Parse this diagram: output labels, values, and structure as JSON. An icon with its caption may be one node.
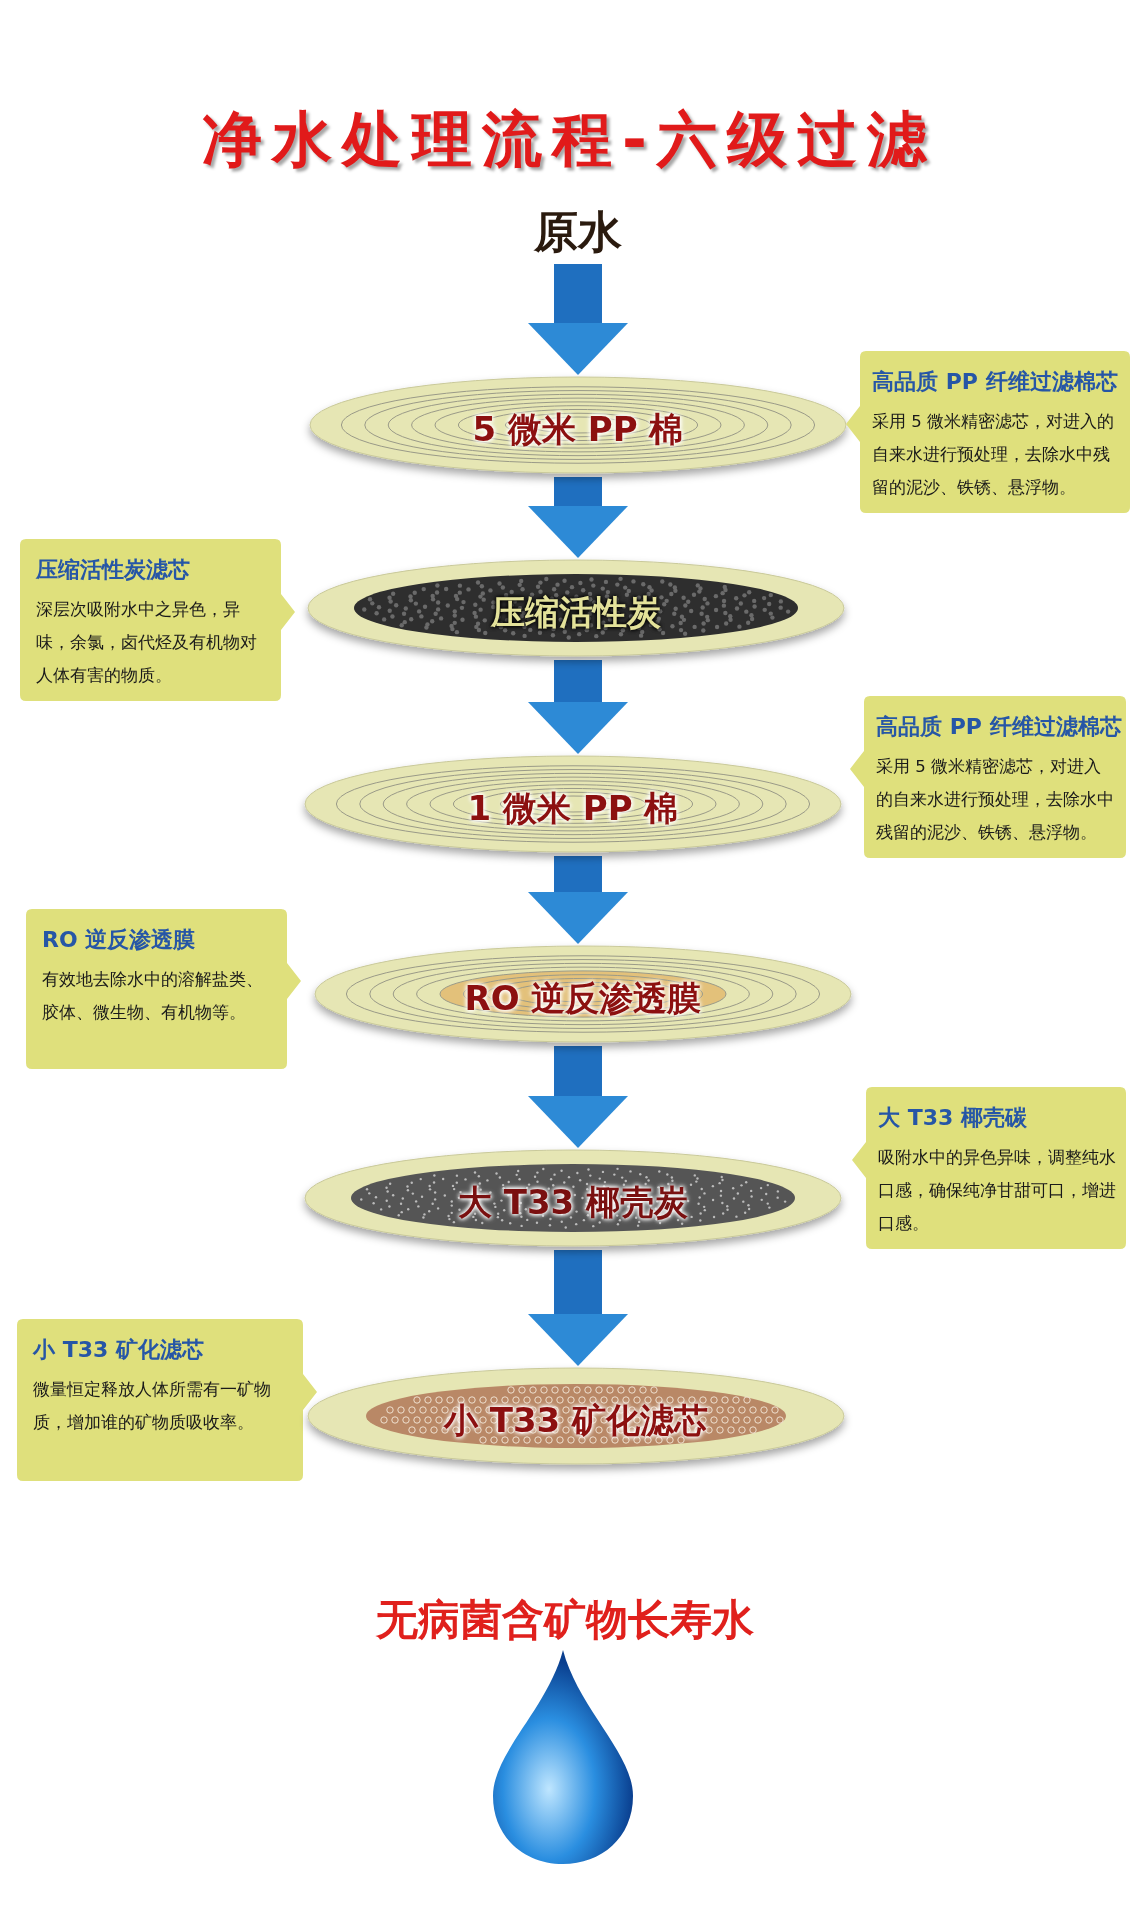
{
  "diagram": {
    "title": "净水处理流程-六级过滤",
    "nodes": [
      {
        "text": [
          "原水"
        ]
      },
      {
        "text": [
          "5 微米 PP 棉"
        ]
      },
      {
        "text": [
          "高品质 PP 纤维过滤棉芯",
          "采用 5 微米精密滤芯，对进入的自来水进行预处理，去除水中残留的泥沙、铁锈、悬浮物。"
        ]
      },
      {
        "text": [
          "压缩活性炭滤芯",
          "深层次吸附水中之异色，异味，余氯，卤代烃及有机物对人体有害的物质。"
        ]
      },
      {
        "text": [
          "压缩活性炭"
        ]
      },
      {
        "text": [
          "高品质 PP 纤维过滤棉芯",
          "采用 5 微米精密滤芯，对进入的自来水进行预处理，去除水中残留的泥沙、铁锈、悬浮物。"
        ]
      },
      {
        "text": [
          "1 微米 PP 棉"
        ]
      },
      {
        "text": [
          "RO 逆反渗透膜",
          "有效地去除水中的溶解盐类、胶体、微生物、有机物等。"
        ]
      },
      {
        "text": [
          "RO 逆反渗透膜"
        ]
      },
      {
        "text": [
          "大 T33 椰壳碳",
          "吸附水中的异色异味，调整纯水口感，确保纯净甘甜可口，增进口感。"
        ]
      },
      {
        "text": [
          "大 T33 椰壳炭"
        ]
      },
      {
        "text": [
          "小 T33 矿化滤芯",
          "微量恒定释放人体所需有一矿物质，增加谁的矿物质吸收率。"
        ]
      },
      {
        "text": [
          "小 T33 矿化滤芯"
        ]
      }
    ],
    "edges": [
      {
        "from": 0,
        "to": 1,
        "arrow": "to"
      },
      {
        "from": 1,
        "to": 4,
        "arrow": "to"
      },
      {
        "from": 4,
        "to": 6,
        "arrow": "to"
      },
      {
        "from": 6,
        "to": 8,
        "arrow": "to"
      },
      {
        "from": 8,
        "to": 10,
        "arrow": "to"
      },
      {
        "from": 10,
        "to": 12,
        "arrow": "to"
      }
    ],
    "labels": [
      "无病菌含矿物长寿水"
    ]
  }
}
